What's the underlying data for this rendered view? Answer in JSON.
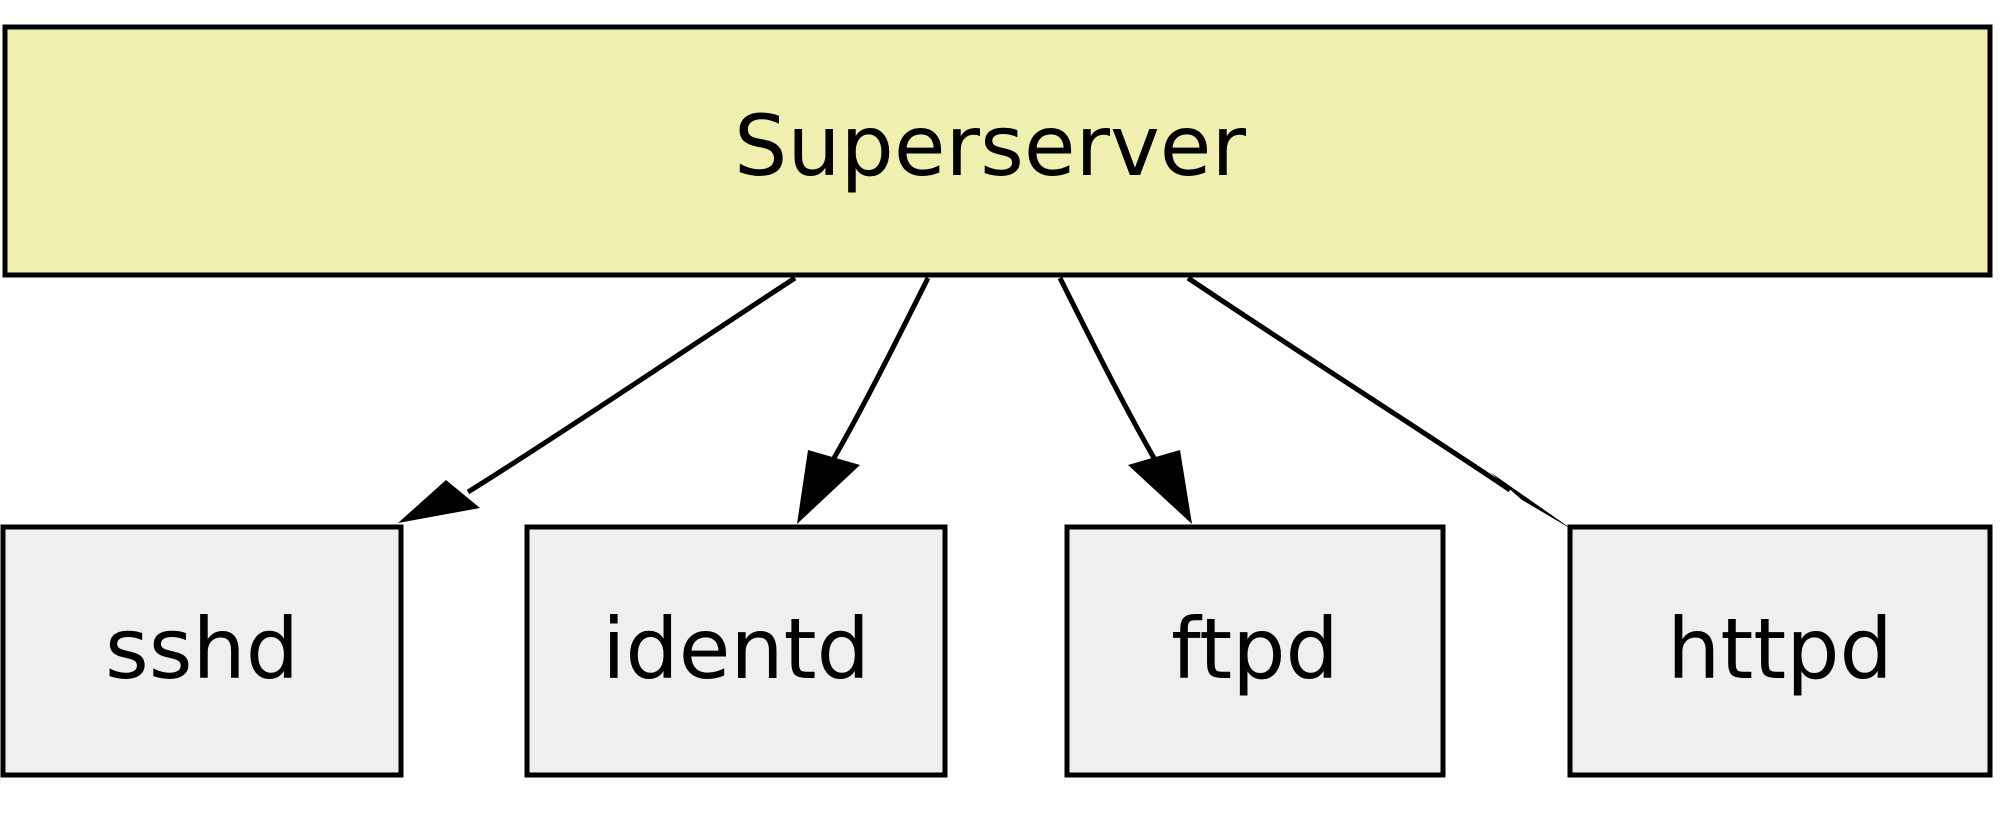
{
  "diagram": {
    "root": {
      "label": "Superserver",
      "fill": "#efefb0"
    },
    "children": [
      {
        "label": "sshd",
        "fill": "#efefef"
      },
      {
        "label": "identd",
        "fill": "#efefef"
      },
      {
        "label": "ftpd",
        "fill": "#efefef"
      },
      {
        "label": "httpd",
        "fill": "#efefef"
      }
    ],
    "edges": [
      {
        "from": "Superserver",
        "to": "sshd"
      },
      {
        "from": "Superserver",
        "to": "identd"
      },
      {
        "from": "Superserver",
        "to": "ftpd"
      },
      {
        "from": "Superserver",
        "to": "httpd"
      }
    ],
    "stroke_color": "#000000"
  }
}
